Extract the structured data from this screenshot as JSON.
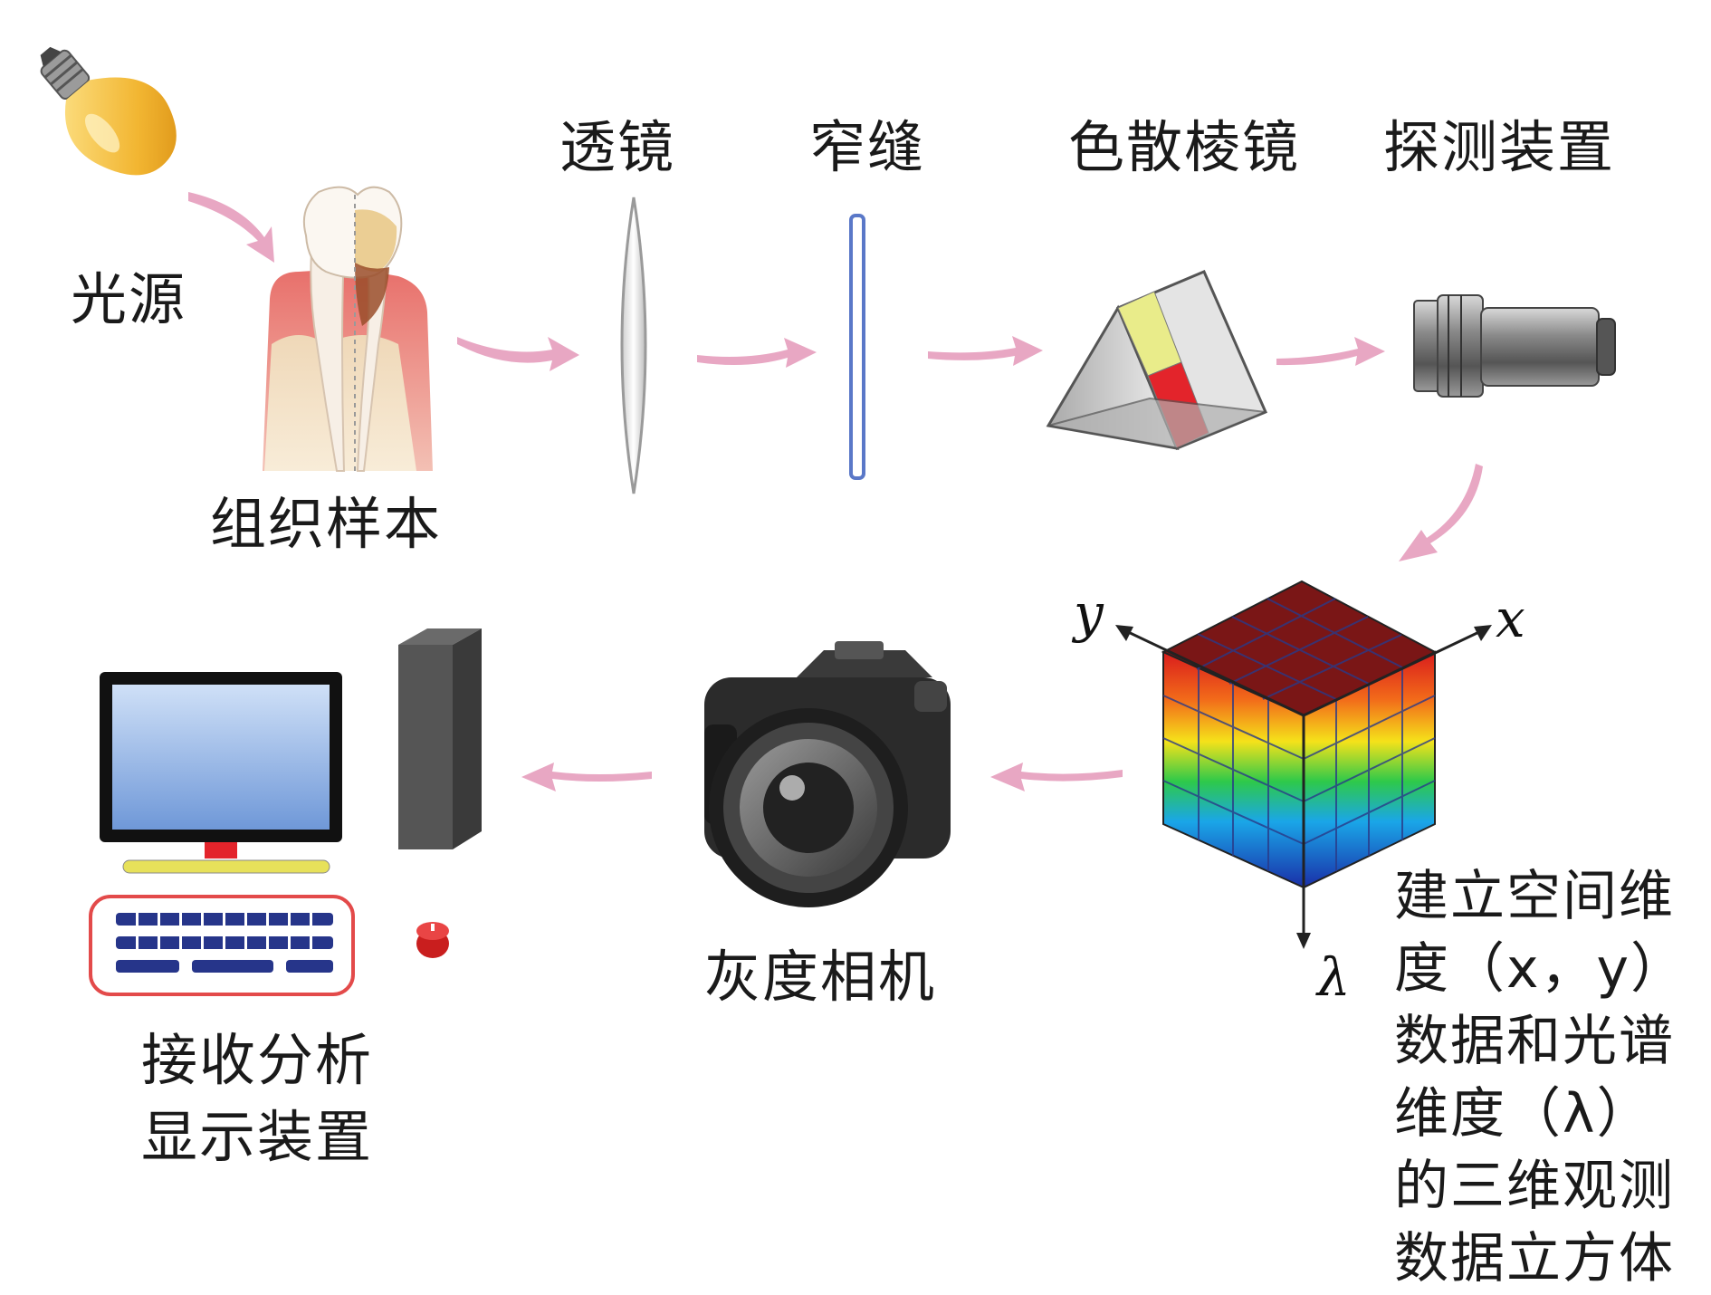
{
  "labels": {
    "light_source": "光源",
    "tissue_sample": "组织样本",
    "lens": "透镜",
    "slit": "窄缝",
    "prism": "色散棱镜",
    "detector": "探测装置",
    "camera": "灰度相机",
    "analysis_line1": "接收分析",
    "analysis_line2": "显示装置"
  },
  "axes": {
    "x": "x",
    "y": "y",
    "lambda": "λ"
  },
  "cube_description": [
    "建立空间维",
    "度（x，y）",
    "数据和光谱",
    "维度（λ）",
    "的三维观测",
    "数据立方体"
  ],
  "colors": {
    "arrow": "#e8a7c3",
    "bulb": "#f2b632",
    "prism_yellow": "#e9ec8a",
    "prism_red": "#e3242b",
    "cube_top": "#7a1616",
    "monitor_screen": "#8fb3e6"
  },
  "icons": [
    "light-bulb-icon",
    "tooth-icon",
    "lens-icon",
    "slit-icon",
    "prism-icon",
    "detector-icon",
    "data-cube-icon",
    "camera-icon",
    "computer-icon"
  ]
}
